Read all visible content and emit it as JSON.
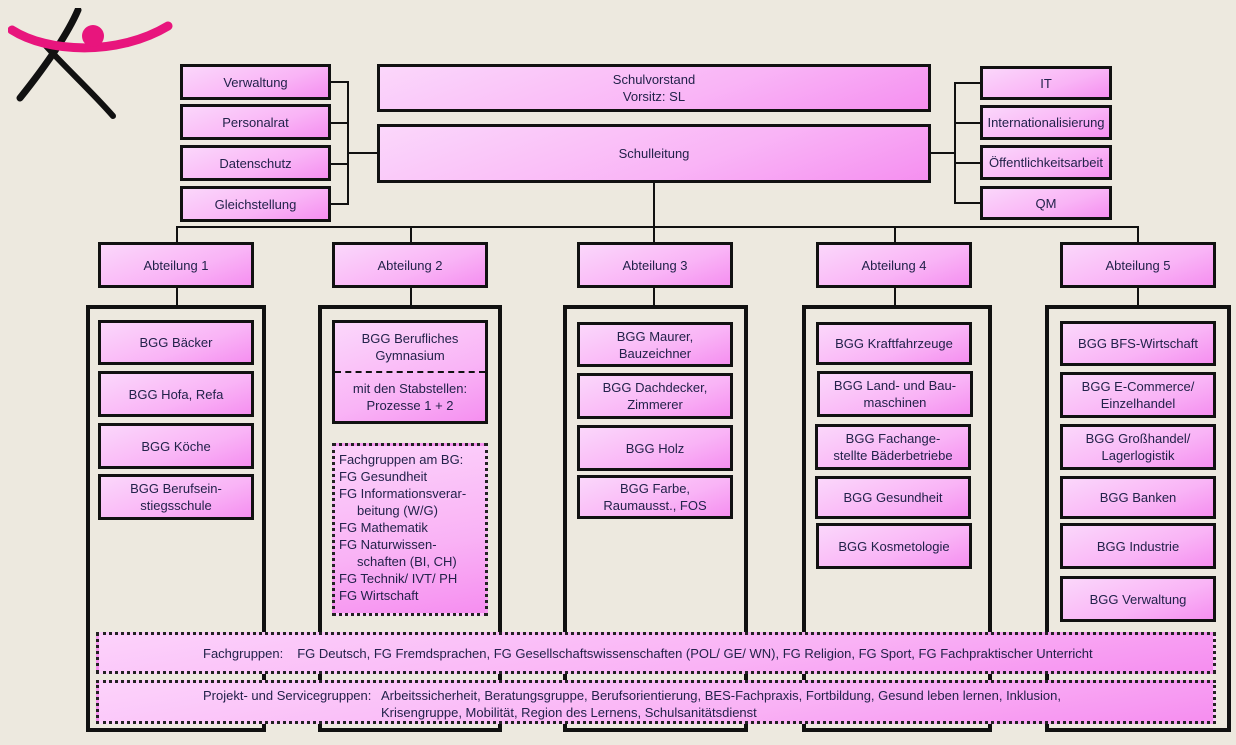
{
  "logo": {
    "icon": "school-logo-icon"
  },
  "left_staff": [
    "Verwaltung",
    "Personalrat",
    "Datenschutz",
    "Gleichstellung"
  ],
  "right_staff": [
    "IT",
    "Internationalisierung",
    "Öffentlichkeitsarbeit",
    "QM"
  ],
  "schulvorstand": {
    "line1": "Schulvorstand",
    "line2": "Vorsitz: SL"
  },
  "schulleitung": "Schulleitung",
  "departments": [
    {
      "title": "Abteilung 1",
      "groups": [
        "BGG Bäcker",
        "BGG Hofa, Refa",
        "BGG Köche",
        "BGG Berufsein-\nstiegsschule"
      ]
    },
    {
      "title": "Abteilung 2",
      "bg_box": {
        "top": "BGG Berufliches\nGymnasium",
        "bottom": "mit den Stabstellen:\nProzesse 1 + 2"
      },
      "fg_box": {
        "lines": [
          {
            "text": "Fachgruppen am BG:",
            "indent": false
          },
          {
            "text": "FG Gesundheit",
            "indent": false
          },
          {
            "text": "FG Informationsverar-",
            "indent": false
          },
          {
            "text": "beitung (W/G)",
            "indent": true
          },
          {
            "text": "FG Mathematik",
            "indent": false
          },
          {
            "text": "FG Naturwissen-",
            "indent": false
          },
          {
            "text": "schaften (BI, CH)",
            "indent": true
          },
          {
            "text": "FG Technik/ IVT/ PH",
            "indent": false
          },
          {
            "text": "FG Wirtschaft",
            "indent": false
          }
        ]
      }
    },
    {
      "title": "Abteilung 3",
      "groups": [
        "BGG Maurer,\nBauzeichner",
        "BGG Dachdecker,\nZimmerer",
        "BGG Holz",
        "BGG Farbe,\nRaumausst., FOS"
      ]
    },
    {
      "title": "Abteilung 4",
      "groups": [
        "BGG Kraftfahrzeuge",
        "BGG Land- und Bau-\nmaschinen",
        "BGG Fachange-\nstellte Bäderbetriebe",
        "BGG Gesundheit",
        "BGG Kosmetologie"
      ]
    },
    {
      "title": "Abteilung 5",
      "groups": [
        "BGG BFS-Wirtschaft",
        "BGG E-Commerce/\nEinzelhandel",
        "BGG Großhandel/\nLagerlogistik",
        "BGG Banken",
        "BGG Industrie",
        "BGG Verwaltung"
      ]
    }
  ],
  "fachgruppen": {
    "label": "Fachgruppen:",
    "text": "FG Deutsch, FG Fremdsprachen, FG Gesellschaftswissenschaften (POL/ GE/ WN), FG Religion, FG Sport, FG Fachpraktischer Unterricht"
  },
  "projektgruppen": {
    "label": "Projekt- und Servicegruppen:",
    "line1": "Arbeitssicherheit, Beratungsgruppe, Berufsorientierung, BES-Fachpraxis, Fortbildung, Gesund leben lernen, Inklusion,",
    "line2": "Krisengruppe, Mobilität, Region des Lernens, Schulsanitätsdienst"
  },
  "colors": {
    "background": "#ede9df",
    "box_fill_light": "#fbd7fb",
    "box_fill_dark": "#f58ff0",
    "logo_pink": "#e8157d",
    "logo_black": "#111111"
  }
}
